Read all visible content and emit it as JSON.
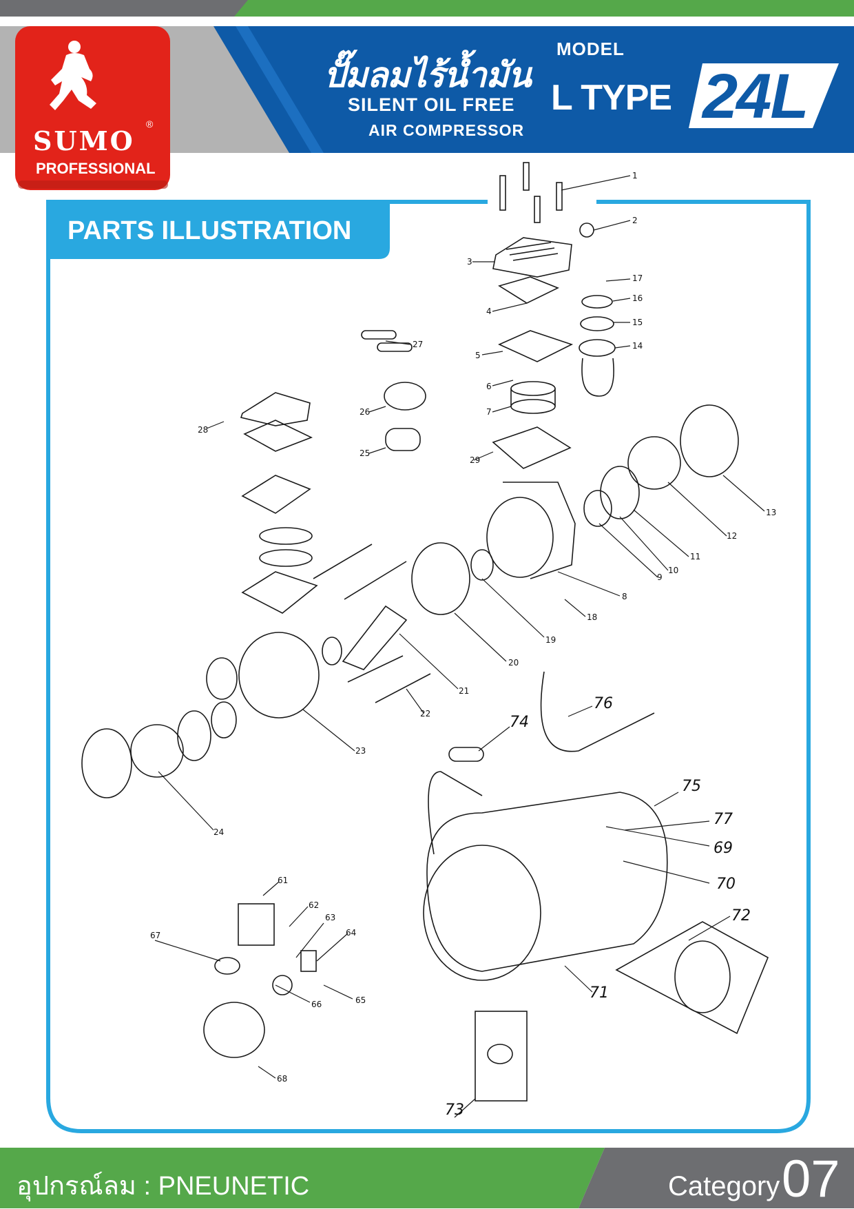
{
  "brand": {
    "name": "SUMO",
    "sub": "PROFESSIONAL",
    "reg": "®"
  },
  "header": {
    "title_thai": "ปั๊มลมไร้น้ำมัน",
    "title_en_line1": "SILENT OIL FREE",
    "title_en_line2": "AIR COMPRESSOR",
    "model_label": "MODEL",
    "model_type": "L TYPE",
    "model_capacity": "24L"
  },
  "section": {
    "title": "PARTS ILLUSTRATION"
  },
  "parts": {
    "labels": [
      "1",
      "2",
      "3",
      "4",
      "5",
      "6",
      "7",
      "8",
      "9",
      "10",
      "11",
      "12",
      "13",
      "14",
      "15",
      "16",
      "17",
      "18",
      "19",
      "20",
      "21",
      "22",
      "23",
      "24",
      "25",
      "26",
      "27",
      "28",
      "29",
      "61",
      "62",
      "63",
      "64",
      "65",
      "66",
      "67",
      "68",
      "69",
      "70",
      "71",
      "72",
      "73",
      "74",
      "75",
      "76",
      "77"
    ]
  },
  "footer": {
    "category_text": "อุปกรณ์ลม : PNEUNETIC",
    "category_label": "Category",
    "category_number": "07"
  },
  "colors": {
    "green": "#55a84a",
    "blue": "#0e5aa7",
    "light_blue": "#29a8e0",
    "red": "#e2231a",
    "gray": "#6d6e71",
    "light_gray": "#b3b3b3"
  }
}
